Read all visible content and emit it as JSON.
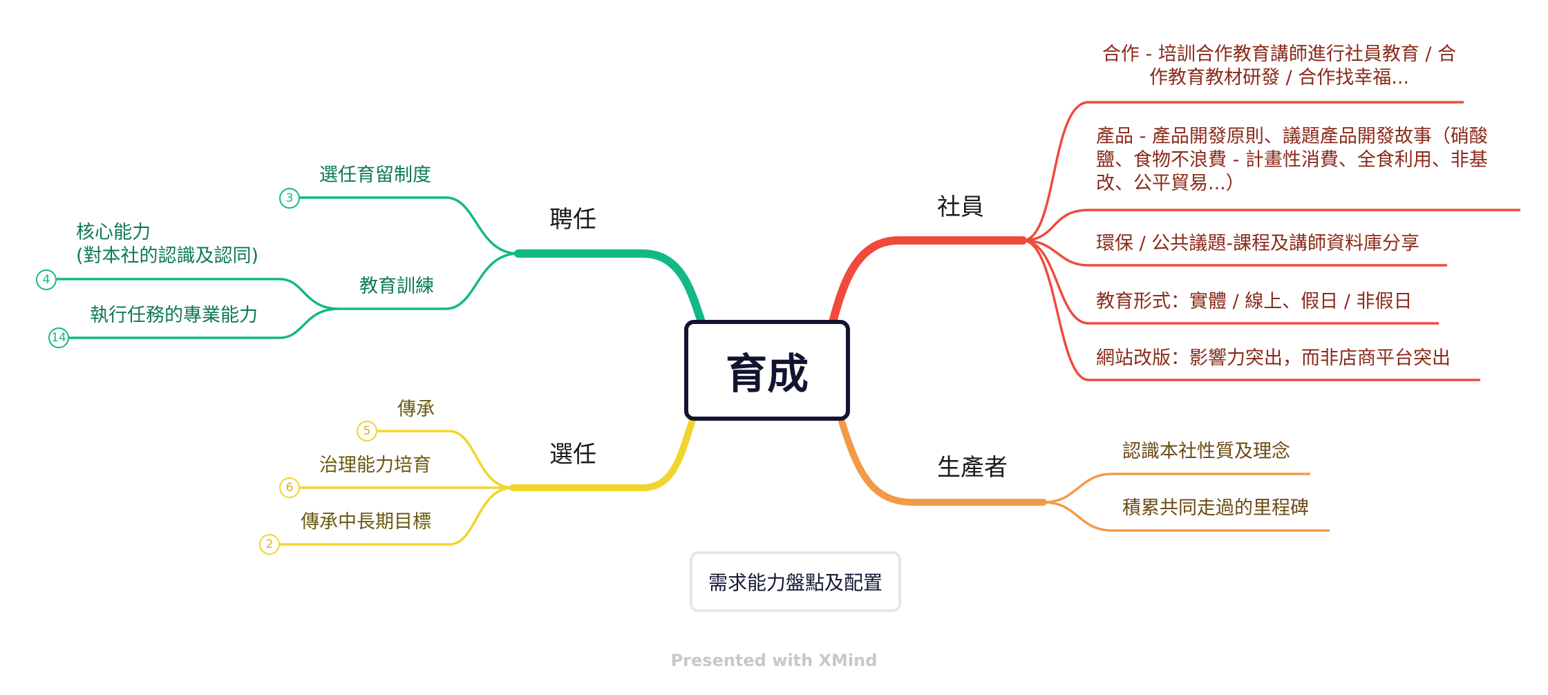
{
  "center": "育成",
  "summary": "需求能力盤點及配置",
  "footer": "Presented with XMind",
  "colors": {
    "green": "#12b886",
    "red": "#f04a3c",
    "orange": "#f39a48",
    "yellow": "#f2d42c",
    "center_border": "#121530"
  },
  "branches": {
    "pinren": {
      "label": "聘任",
      "children": {
        "xuanren_yuliu": {
          "label": "選任育留制度",
          "badge": "3"
        },
        "jiaoyu_xunlian": {
          "label": "教育訓練",
          "children": {
            "hexin": {
              "label": "核心能力\n(對本社的認識及認同)",
              "badge": "4"
            },
            "zhixing": {
              "label": "執行任務的專業能力",
              "badge": "14"
            }
          }
        }
      }
    },
    "xuanren": {
      "label": "選任",
      "children": {
        "chuancheng": {
          "label": "傳承",
          "badge": "5"
        },
        "zhili": {
          "label": "治理能力培育",
          "badge": "6"
        },
        "mubiao": {
          "label": "傳承中長期目標",
          "badge": "2"
        }
      }
    },
    "sheyuan": {
      "label": "社員",
      "children": {
        "hezuo": "合作 - 培訓合作教育講師進行社員教育 / 合作教育教材研發 / 合作找幸福...",
        "chanpin": "產品 - 產品開發原則、議題產品開發故事（硝酸鹽、食物不浪費 - 計畫性消費、全食利用、非基改、公平貿易...）",
        "huanbao": "環保 / 公共議題-課程及講師資料庫分享",
        "xingshi": "教育形式：實體 / 線上、假日 / 非假日",
        "wangzhan": "網站改版：影響力突出，而非店商平台突出"
      }
    },
    "shengchanzhe": {
      "label": "生產者",
      "children": {
        "renshi": "認識本社性質及理念",
        "jilei": "積累共同走過的里程碑"
      }
    }
  }
}
